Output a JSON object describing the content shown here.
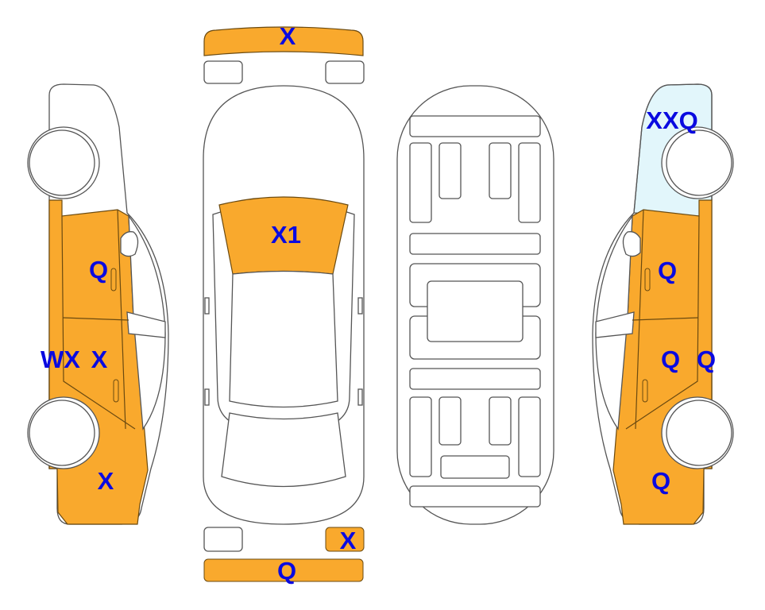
{
  "colors": {
    "damaged": "#F9A92D",
    "highlight": "#E2F6FB",
    "label": "#0A0AE0",
    "outline": "#555555"
  },
  "views": {
    "left_side": {
      "labels": [
        "Q",
        "WX",
        "X",
        "X"
      ]
    },
    "top": {
      "labels": {
        "front_bumper": "X",
        "windshield": "X1",
        "rear_light_right": "X",
        "rear_bumper": "Q"
      }
    },
    "underside": {
      "labels": []
    },
    "right_side": {
      "labels": [
        "XXQ",
        "Q",
        "Q",
        "Q",
        "Q"
      ]
    }
  }
}
